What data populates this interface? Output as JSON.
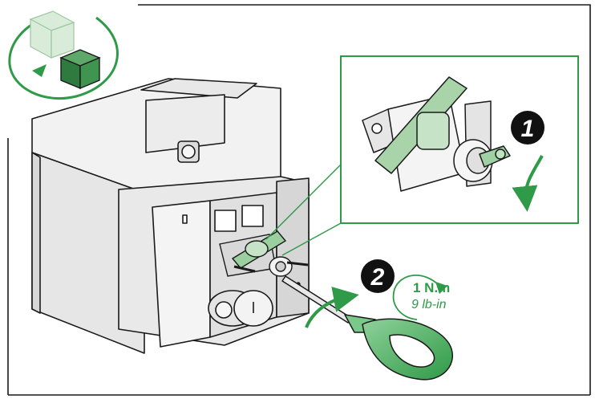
{
  "steps": [
    {
      "number": "1"
    },
    {
      "number": "2"
    }
  ],
  "torque": {
    "metric": "1 N.m",
    "imperial": "9 lb-in"
  },
  "colors": {
    "accent_green": "#2f9a47",
    "light_green": "#bedcc0",
    "outline": "#1a1a1a",
    "step_badge": "#111111"
  },
  "icons": [
    "rotate-view-icon",
    "rotation-arrow-icon",
    "torque-arrow-icon"
  ]
}
